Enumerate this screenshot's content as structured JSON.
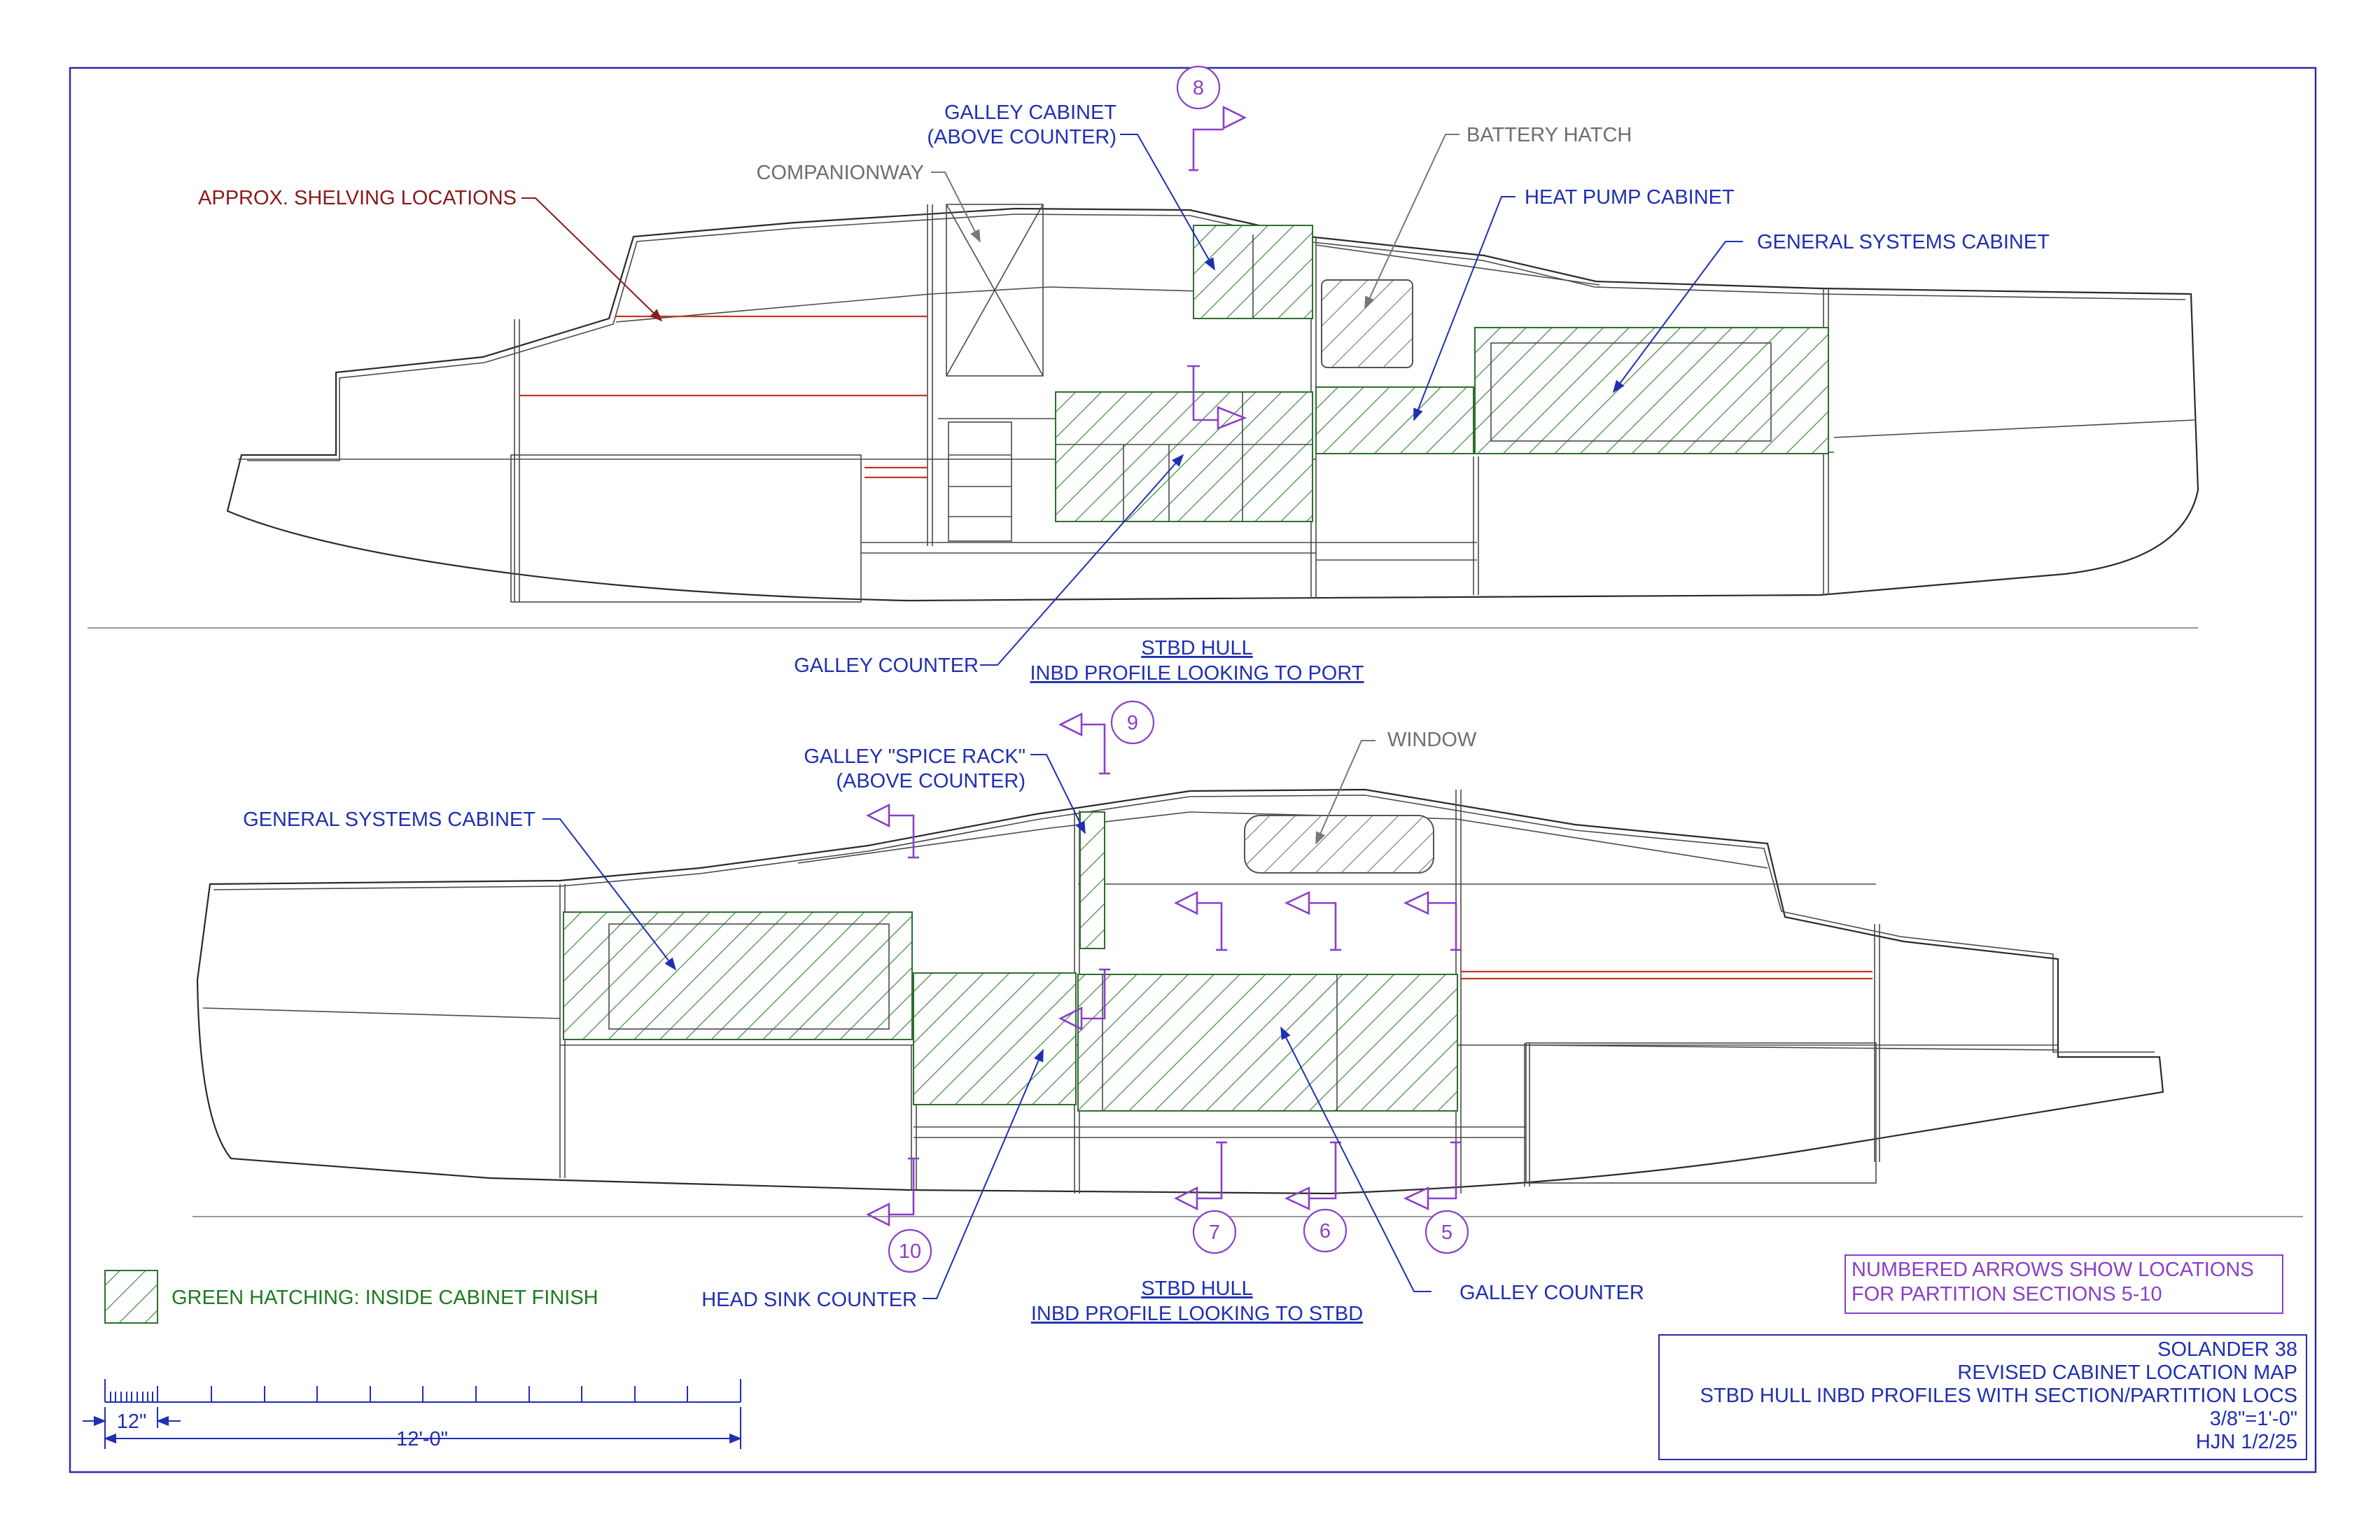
{
  "top_view": {
    "title_line1": "STBD HULL",
    "title_line2": "INBD PROFILE LOOKING TO PORT",
    "labels": {
      "shelving": "APPROX. SHELVING LOCATIONS",
      "companionway": "COMPANIONWAY",
      "galley_cabinet_1": "GALLEY CABINET",
      "galley_cabinet_2": "(ABOVE COUNTER)",
      "battery_hatch": "BATTERY HATCH",
      "heat_pump": "HEAT PUMP CABINET",
      "general_systems": "GENERAL SYSTEMS CABINET",
      "galley_counter": "GALLEY COUNTER"
    },
    "section_numbers": [
      "8"
    ]
  },
  "bottom_view": {
    "title_line1": "STBD HULL",
    "title_line2": "INBD PROFILE LOOKING TO STBD",
    "labels": {
      "spice_rack_1": "GALLEY \"SPICE RACK\"",
      "spice_rack_2": "(ABOVE COUNTER)",
      "window": "WINDOW",
      "general_systems": "GENERAL SYSTEMS CABINET",
      "head_sink": "HEAD SINK COUNTER",
      "galley_counter": "GALLEY COUNTER"
    },
    "section_numbers": [
      "9",
      "10",
      "7",
      "6",
      "5"
    ]
  },
  "legend": {
    "hatching": "GREEN HATCHING: INSIDE CABINET FINISH",
    "arrows_note_1": "NUMBERED ARROWS SHOW LOCATIONS",
    "arrows_note_2": "FOR PARTITION SECTIONS 5-10"
  },
  "scale_bar": {
    "short_label": "12\"",
    "long_label": "12'-0\""
  },
  "title_block": {
    "line1": "SOLANDER 38",
    "line2": "REVISED CABINET LOCATION MAP",
    "line3": "STBD HULL INBD PROFILES WITH SECTION/PARTITION LOCS",
    "line4": "3/8\"=1'-0\"",
    "line5": "HJN 1/2/25"
  },
  "colors": {
    "blue_text": "#1f2fb3",
    "red_text": "#8b1a1a",
    "gray_text": "#6e6e6e",
    "green_text": "#1f7a1f",
    "purple": "#8a3fc9",
    "border": "#2c2ca8"
  }
}
